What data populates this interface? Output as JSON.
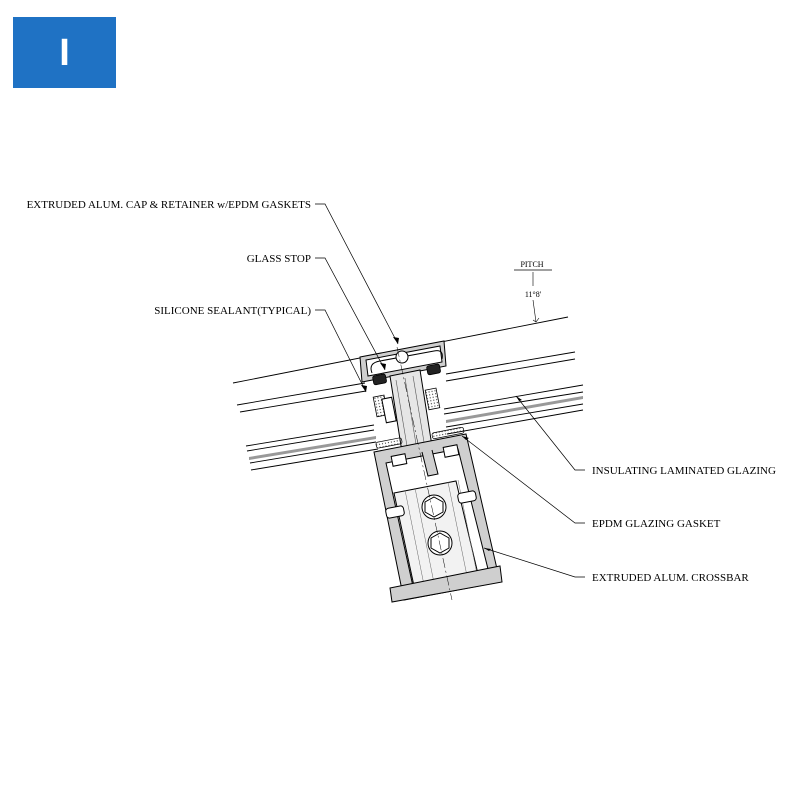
{
  "badge": {
    "letter": "I",
    "color": "#1f72c4"
  },
  "labels": {
    "cap_retainer": "EXTRUDED ALUM. CAP & RETAINER w/EPDM GASKETS",
    "glass_stop": "GLASS STOP",
    "silicone": "SILICONE SEALANT(TYPICAL)",
    "insulating": "INSULATING LAMINATED GLAZING",
    "epdm": "EPDM GLAZING GASKET",
    "crossbar": "EXTRUDED ALUM. CROSSBAR",
    "pitch": "PITCH",
    "pitch_value": "11°8'"
  }
}
